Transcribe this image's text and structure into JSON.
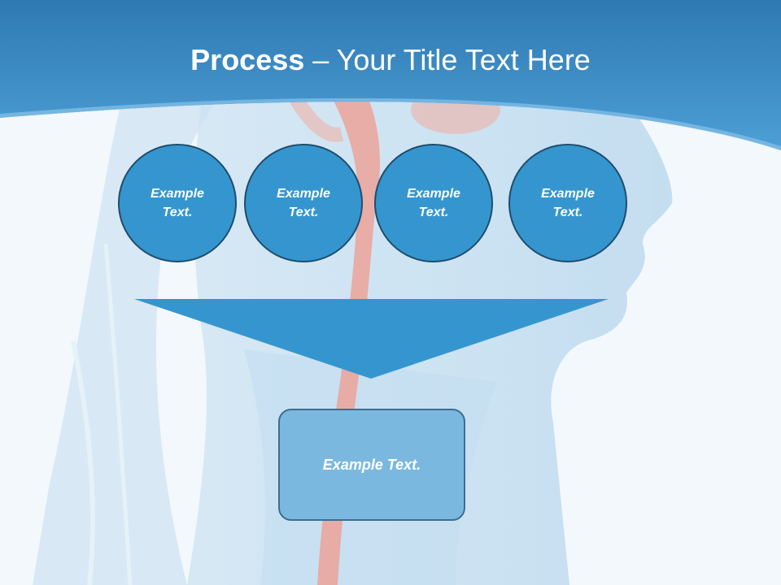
{
  "title": {
    "bold": "Process",
    "rest": " – Your Title Text Here"
  },
  "steps": [
    {
      "label": "Example Text."
    },
    {
      "label": "Example Text."
    },
    {
      "label": "Example Text."
    },
    {
      "label": "Example Text."
    }
  ],
  "result": {
    "label": "Example Text."
  },
  "colors": {
    "header": "#3a8ac6",
    "circle_fill": "#3596cf",
    "circle_border": "#1e4d6e",
    "funnel": "#3596cf",
    "result_fill": "#7bb8e0",
    "result_border": "#3d6d92",
    "esophagus": "#f08a78"
  }
}
